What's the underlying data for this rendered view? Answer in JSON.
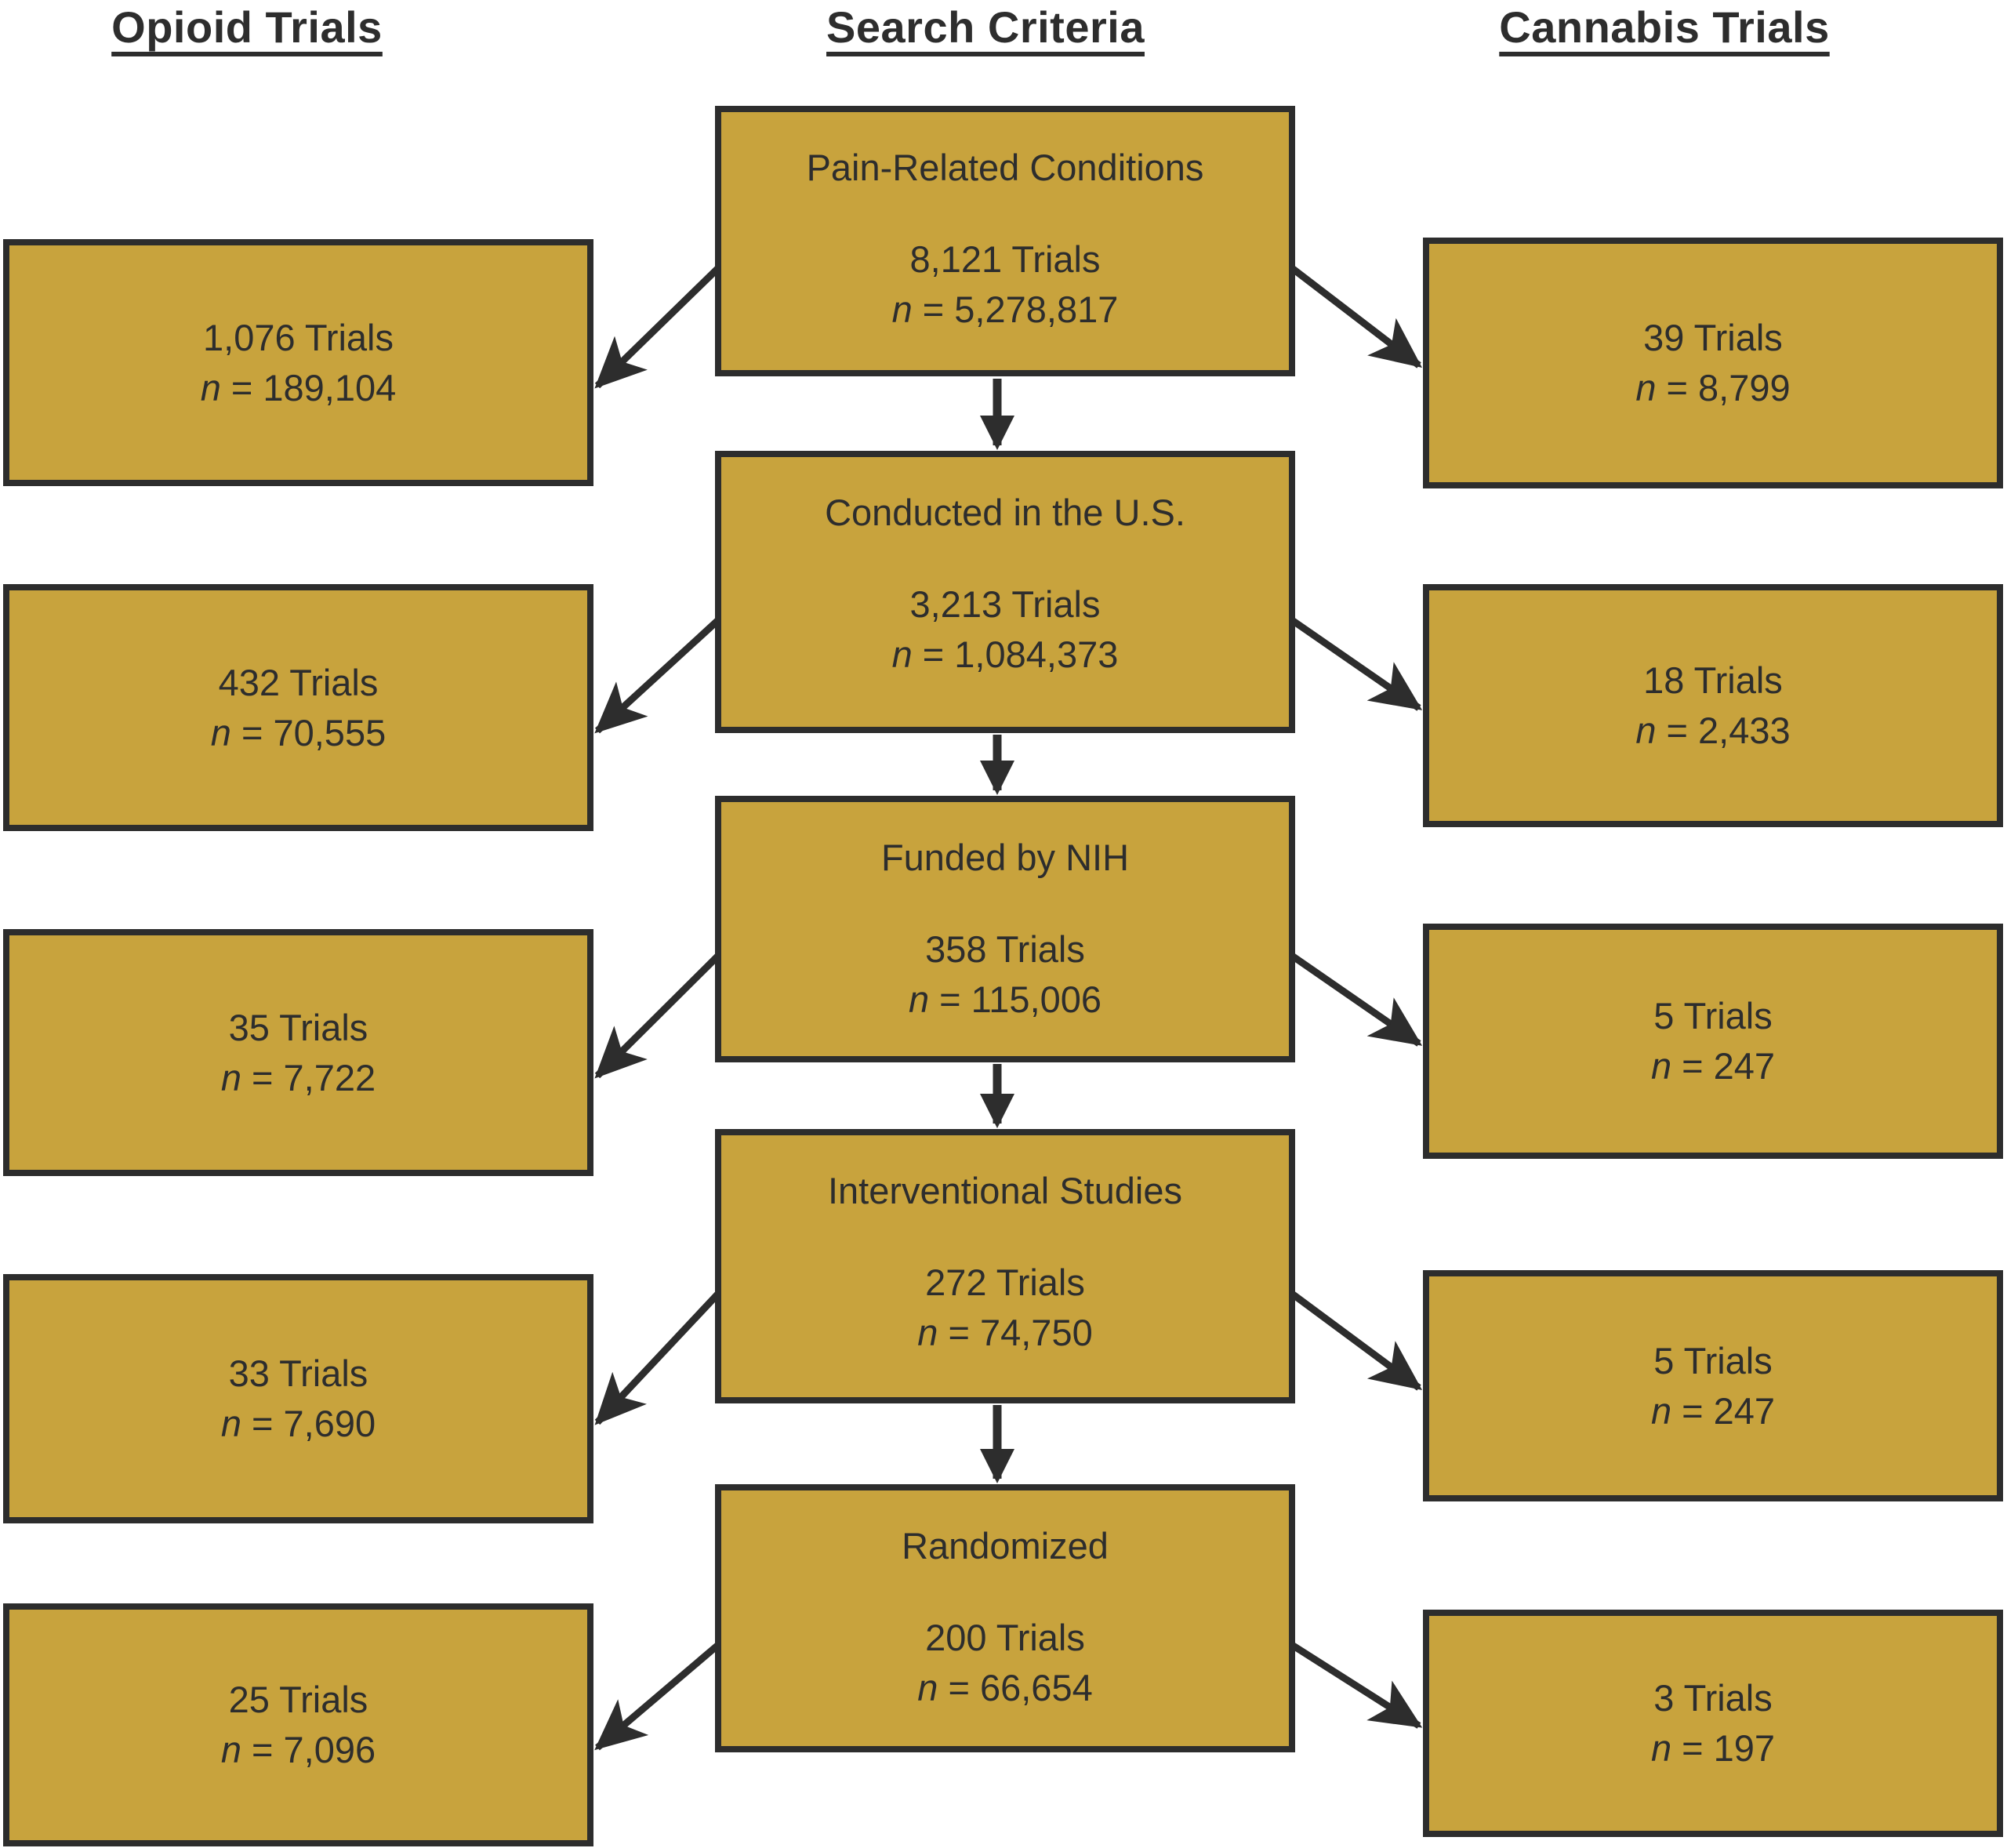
{
  "headers": {
    "left": "Opioid Trials",
    "center": "Search Criteria",
    "right": "Cannabis Trials"
  },
  "colors": {
    "box_fill": "#c8a33d",
    "line_and_text": "#2d2d2d",
    "background": "#ffffff"
  },
  "rows": [
    {
      "criteria": {
        "title": "Pain-Related Conditions",
        "trials": "8,121 Trials",
        "n_symbol": "n",
        "n_rest": " = 5,278,817"
      },
      "opioid": {
        "trials": "1,076 Trials",
        "n_symbol": "n",
        "n_rest": " = 189,104"
      },
      "cannabis": {
        "trials": "39 Trials",
        "n_symbol": "n",
        "n_rest": " = 8,799"
      }
    },
    {
      "criteria": {
        "title": "Conducted in the U.S.",
        "trials": "3,213 Trials",
        "n_symbol": "n",
        "n_rest": " = 1,084,373"
      },
      "opioid": {
        "trials": "432 Trials",
        "n_symbol": "n",
        "n_rest": " = 70,555"
      },
      "cannabis": {
        "trials": "18 Trials",
        "n_symbol": "n",
        "n_rest": " = 2,433"
      }
    },
    {
      "criteria": {
        "title": "Funded by NIH",
        "trials": "358 Trials",
        "n_symbol": "n",
        "n_rest": " = 115,006"
      },
      "opioid": {
        "trials": "35 Trials",
        "n_symbol": "n",
        "n_rest": " = 7,722"
      },
      "cannabis": {
        "trials": "5 Trials",
        "n_symbol": "n",
        "n_rest": " = 247"
      }
    },
    {
      "criteria": {
        "title": "Interventional Studies",
        "trials": "272 Trials",
        "n_symbol": "n",
        "n_rest": " = 74,750"
      },
      "opioid": {
        "trials": "33 Trials",
        "n_symbol": "n",
        "n_rest": " = 7,690"
      },
      "cannabis": {
        "trials": "5 Trials",
        "n_symbol": "n",
        "n_rest": " = 247"
      }
    },
    {
      "criteria": {
        "title": "Randomized",
        "trials": "200 Trials",
        "n_symbol": "n",
        "n_rest": " = 66,654"
      },
      "opioid": {
        "trials": "25 Trials",
        "n_symbol": "n",
        "n_rest": " = 7,096"
      },
      "cannabis": {
        "trials": "3 Trials",
        "n_symbol": "n",
        "n_rest": " = 197"
      }
    }
  ]
}
